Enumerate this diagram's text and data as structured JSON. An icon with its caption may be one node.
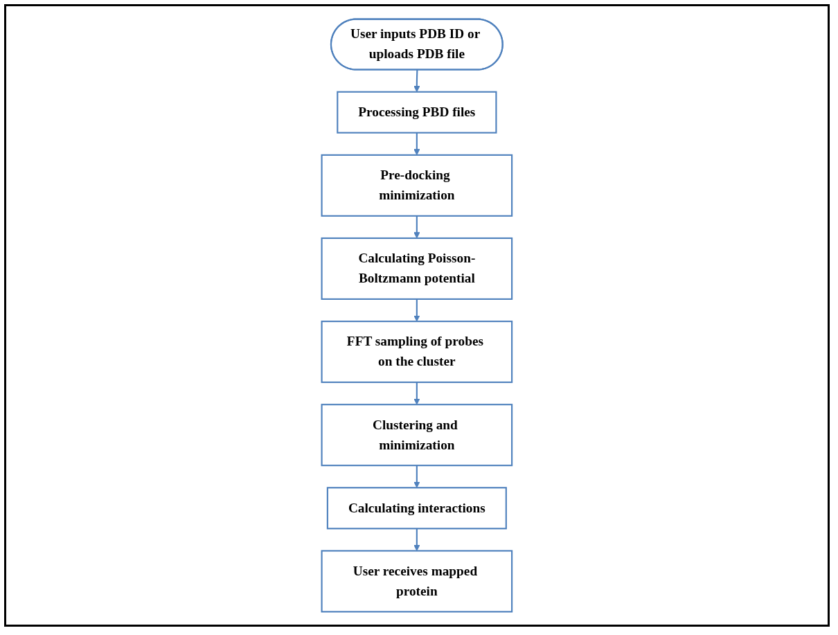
{
  "diagram": {
    "nodes": [
      {
        "text": [
          "User inputs PDB ID or uploads PDB file"
        ]
      },
      {
        "text": [
          "Processing PBD files"
        ]
      },
      {
        "text": [
          "Pre-docking minimization"
        ]
      },
      {
        "text": [
          "Calculating Poisson-Boltzmann potential"
        ]
      },
      {
        "text": [
          "FFT sampling of probes on the cluster"
        ]
      },
      {
        "text": [
          "Clustering and minimization"
        ]
      },
      {
        "text": [
          "Calculating interactions"
        ]
      },
      {
        "text": [
          "User receives mapped protein"
        ]
      }
    ],
    "edges": [
      {
        "from": 0,
        "to": 1,
        "arrow": "to"
      },
      {
        "from": 1,
        "to": 2,
        "arrow": "to"
      },
      {
        "from": 2,
        "to": 3,
        "arrow": "to"
      },
      {
        "from": 3,
        "to": 4,
        "arrow": "to"
      },
      {
        "from": 4,
        "to": 5,
        "arrow": "to"
      },
      {
        "from": 5,
        "to": 6,
        "arrow": "to"
      },
      {
        "from": 6,
        "to": 7,
        "arrow": "to"
      }
    ]
  }
}
